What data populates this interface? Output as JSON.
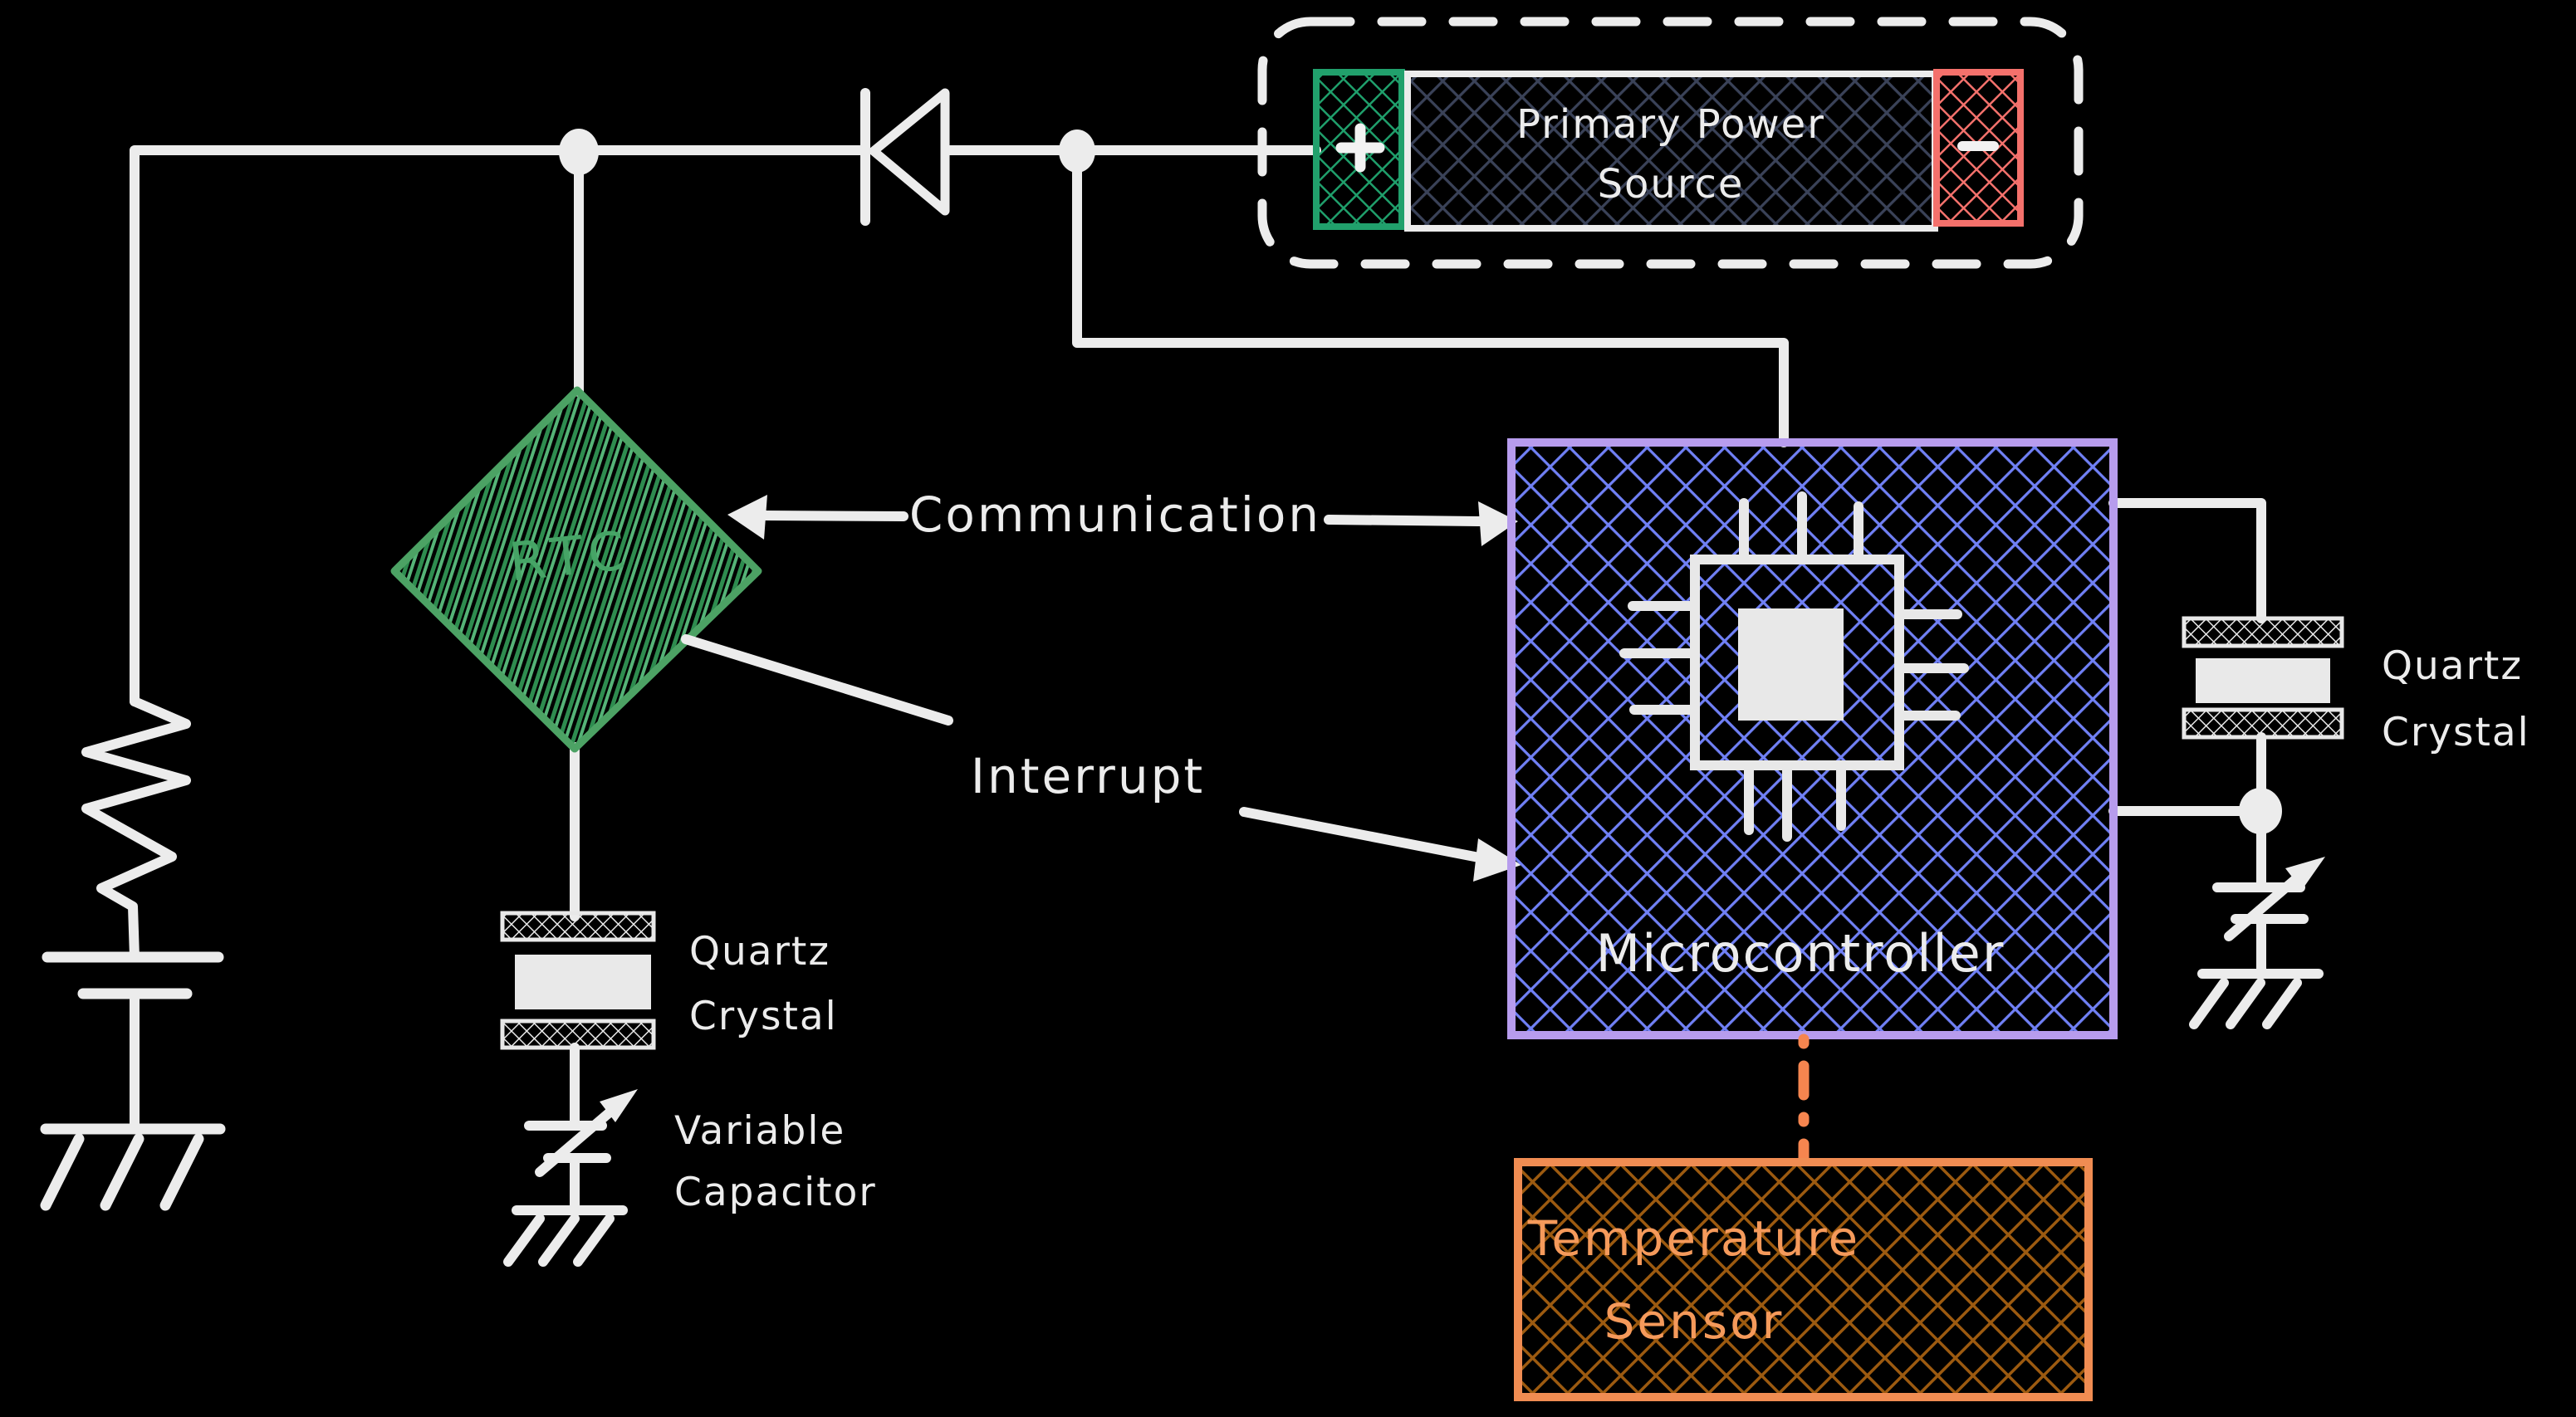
{
  "power_source": {
    "title_line1": "Primary Power",
    "title_line2": "Source",
    "plus_label": "+",
    "minus_label": "-"
  },
  "rtc": {
    "label": "RTC"
  },
  "microcontroller": {
    "label": "Microcontroller"
  },
  "temperature_sensor": {
    "line1": "Temperature",
    "line2": "Sensor"
  },
  "labels": {
    "communication": "Communication",
    "interrupt": "Interrupt",
    "quartz_left": {
      "line1": "Quartz",
      "line2": "Crystal"
    },
    "quartz_right": {
      "line1": "Quartz",
      "line2": "Crystal"
    },
    "variable_capacitor": {
      "line1": "Variable",
      "line2": "Capacitor"
    }
  },
  "colors": {
    "background": "#000000",
    "wire": "#ececec",
    "battery_plus_green": "#1f9f6b",
    "battery_minus_red": "#f4716c",
    "battery_body_hatch": "#3a4258",
    "rtc_border": "#4ca264",
    "rtc_hatch_dark": "#2e8c4f",
    "rtc_hatch_light": "#55b377",
    "rtc_text": "#46a466",
    "mcu_border": "#b79ced",
    "mcu_hatch": "#7080f5",
    "temp_border": "#f08c52",
    "temp_hatch": "#9c5a10",
    "temp_text": "#f59a5b",
    "temp_link_dash": "#f5854f"
  }
}
